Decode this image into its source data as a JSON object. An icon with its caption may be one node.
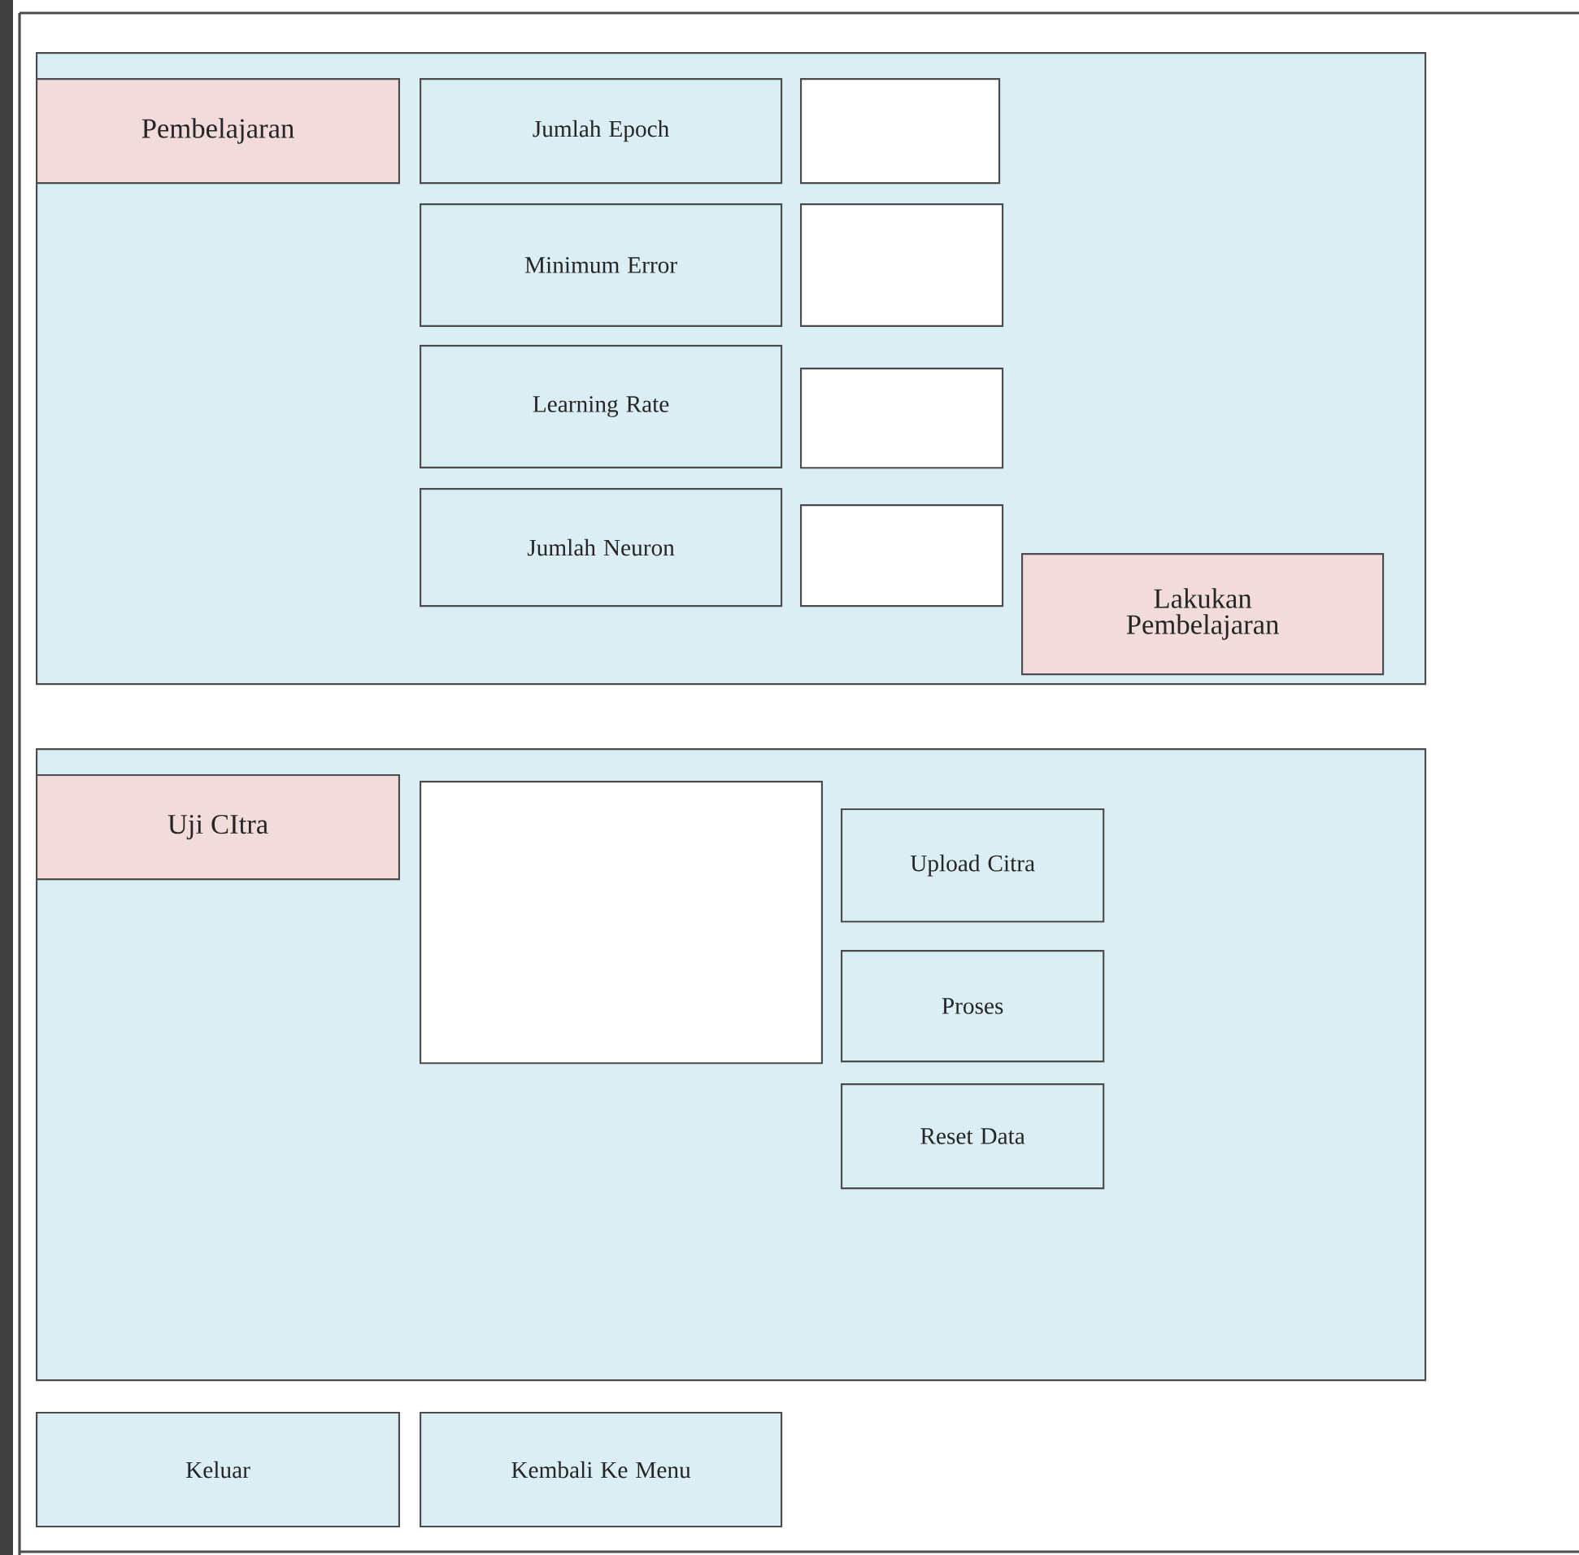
{
  "diagram": {
    "nodes": [
      {
        "text": [],
        "shape": "box"
      },
      {
        "text": [
          "Pembelajaran"
        ],
        "in": 0
      },
      {
        "text": [
          "Jumlah Epoch"
        ],
        "in": 0
      },
      {
        "text": [],
        "shape": "box",
        "in": 0
      },
      {
        "text": [
          "Minimum Error"
        ],
        "in": 0
      },
      {
        "text": [],
        "shape": "box",
        "in": 0
      },
      {
        "text": [
          "Learning Rate"
        ],
        "in": 0
      },
      {
        "text": [],
        "shape": "box",
        "in": 0
      },
      {
        "text": [
          "Jumlah Neuron"
        ],
        "in": 0
      },
      {
        "text": [],
        "shape": "box",
        "in": 0
      },
      {
        "text": [
          "Lakukan Pembelajaran"
        ],
        "in": 0
      },
      {
        "text": [],
        "shape": "box"
      },
      {
        "text": [
          "Uji CItra"
        ],
        "in": 11
      },
      {
        "text": [],
        "shape": "box",
        "in": 11
      },
      {
        "text": [
          "Upload Citra"
        ],
        "in": 11
      },
      {
        "text": [
          "Proses"
        ],
        "in": 11
      },
      {
        "text": [
          "Reset Data"
        ],
        "in": 11
      },
      {
        "text": [
          "Keluar"
        ]
      },
      {
        "text": [
          "Kembali Ke Menu"
        ]
      }
    ]
  }
}
